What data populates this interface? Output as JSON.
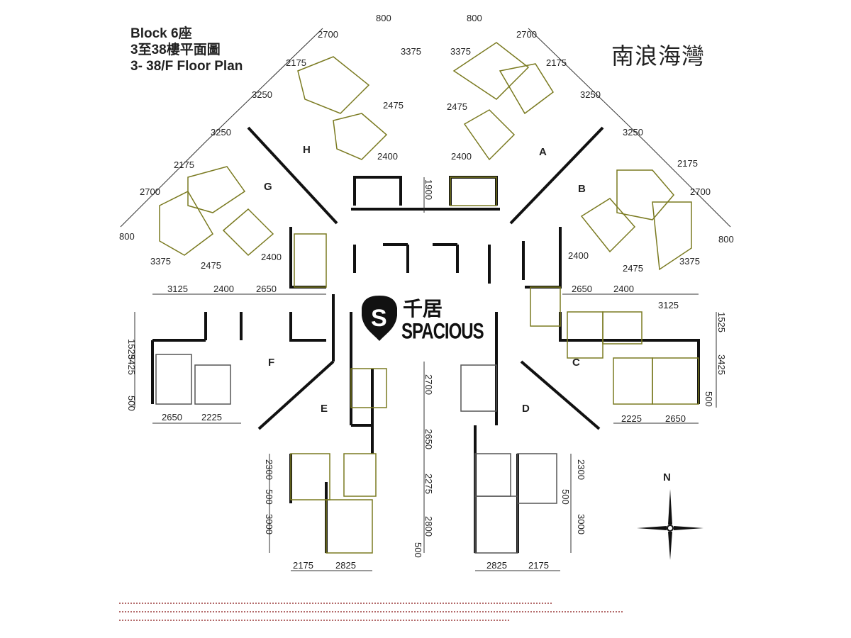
{
  "title": {
    "line1": "Block 6座",
    "line2": "3至38樓平面圖",
    "line3": "3- 38/F Floor Plan"
  },
  "estate_name": "南浪海灣",
  "units": [
    "H",
    "G",
    "A",
    "B",
    "F",
    "C",
    "E",
    "D"
  ],
  "compass": {
    "label": "N"
  },
  "logo": {
    "cn": "千居",
    "en": "SPACIOUS",
    "mark": "S"
  },
  "dims": [
    "800",
    "2700",
    "3375",
    "2175",
    "3250",
    "2475",
    "3250",
    "2400",
    "2175",
    "2700",
    "800",
    "3375",
    "2475",
    "2400",
    "3125",
    "2400",
    "2650",
    "1525",
    "3425",
    "500",
    "2650",
    "2225",
    "2300",
    "500",
    "3000",
    "2175",
    "2825",
    "1900",
    "2700",
    "2650",
    "2275",
    "2800",
    "500",
    "800",
    "2700",
    "3375",
    "2175",
    "3250",
    "2475",
    "3250",
    "2400",
    "2175",
    "2700",
    "800",
    "3375",
    "2475",
    "2400",
    "2650",
    "2400",
    "3125",
    "1525",
    "3425",
    "500",
    "2225",
    "2650",
    "2300",
    "500",
    "3000",
    "2825",
    "2175"
  ],
  "colors": {
    "wall": "#111111",
    "room": "#7a7a20",
    "note": "#b36a6a"
  }
}
